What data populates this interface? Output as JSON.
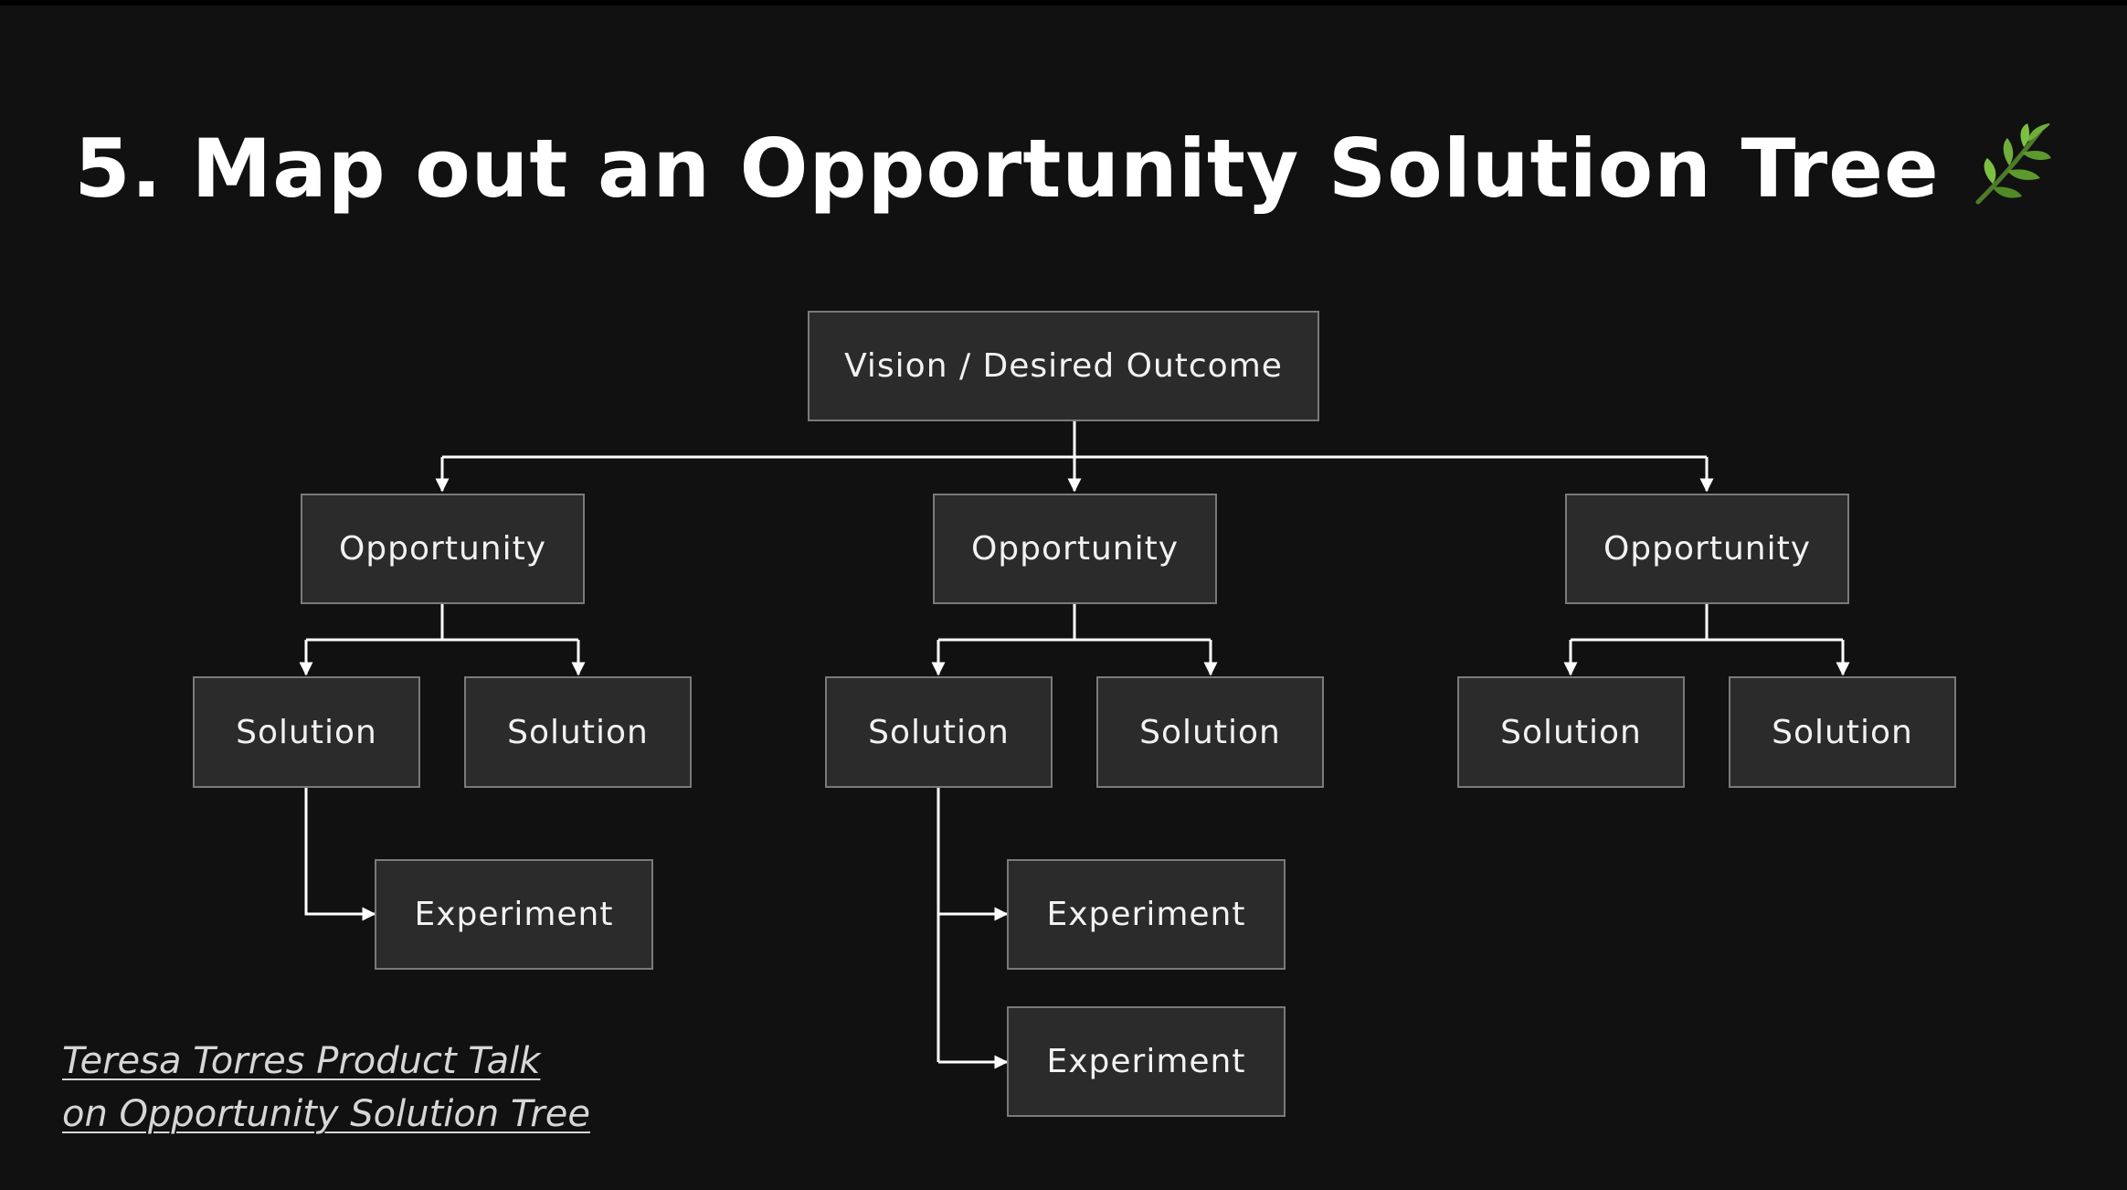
{
  "slide": {
    "title": "5. Map out an Opportunity Solution Tree",
    "title_icon": "herb-leaf-icon",
    "background": "#111111"
  },
  "tree": {
    "root": "Vision /  Desired Outcome",
    "opportunities": [
      {
        "label": "Opportunity",
        "solutions": [
          {
            "label": "Solution",
            "experiments": [
              "Experiment"
            ]
          },
          {
            "label": "Solution",
            "experiments": []
          }
        ]
      },
      {
        "label": "Opportunity",
        "solutions": [
          {
            "label": "Solution",
            "experiments": [
              "Experiment",
              "Experiment"
            ]
          },
          {
            "label": "Solution",
            "experiments": []
          }
        ]
      },
      {
        "label": "Opportunity",
        "solutions": [
          {
            "label": "Solution",
            "experiments": []
          },
          {
            "label": "Solution",
            "experiments": []
          }
        ]
      }
    ]
  },
  "credit": {
    "line1": "Teresa Torres Product Talk",
    "line2": "on Opportunity Solution Tree"
  },
  "colors": {
    "node_fill": "#2b2b2b",
    "node_border": "#7a7a7a",
    "connector": "#ffffff",
    "text": "#f2f2f2"
  }
}
